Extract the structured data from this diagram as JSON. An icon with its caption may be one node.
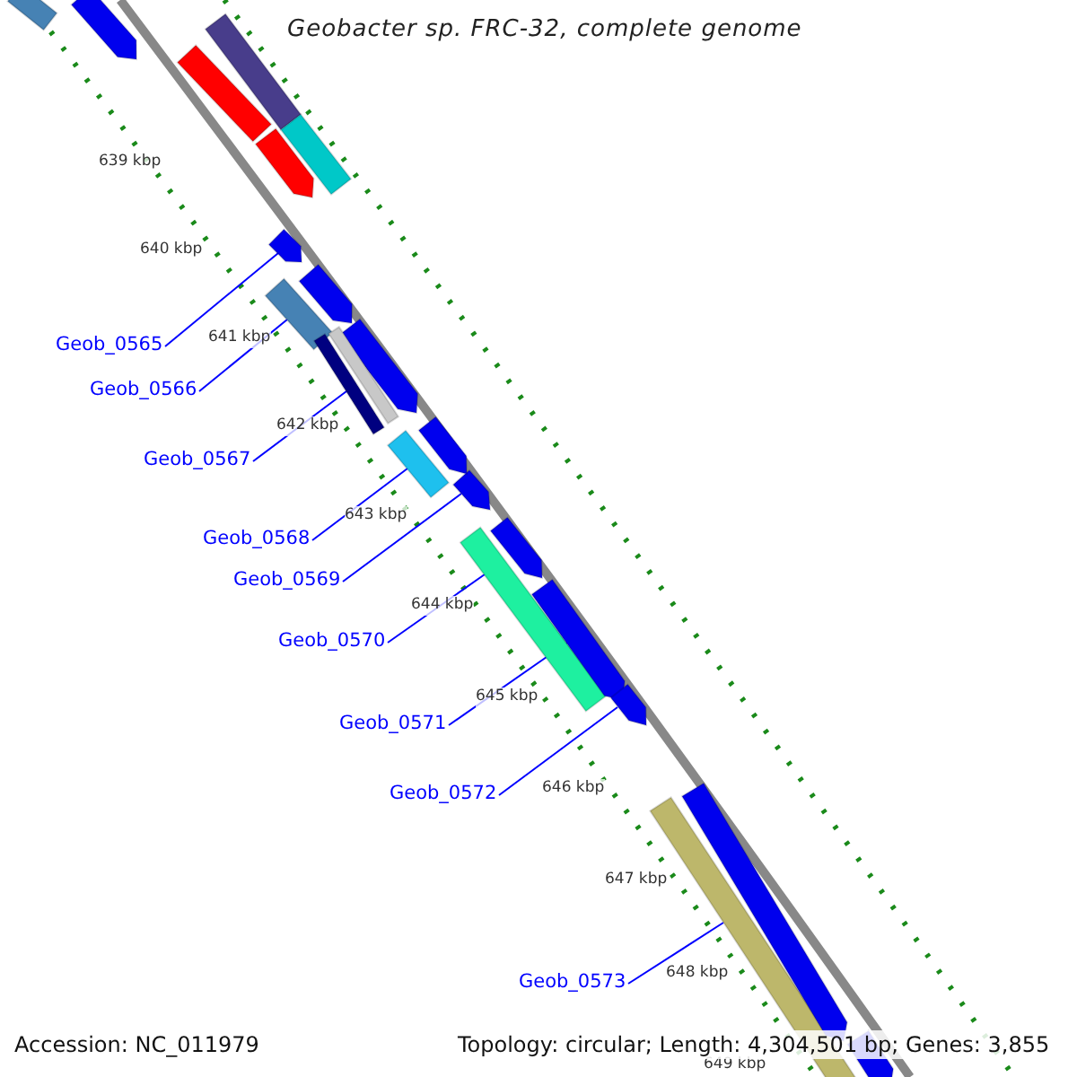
{
  "diagram": {
    "title": "Geobacter sp. FRC-32, complete genome",
    "nodes": [
      {
        "text": [
          "Geob_0565"
        ]
      },
      {
        "text": [
          "Geob_0566"
        ]
      },
      {
        "text": [
          "Geob_0567"
        ]
      },
      {
        "text": [
          "Geob_0568"
        ]
      },
      {
        "text": [
          "Geob_0569"
        ]
      },
      {
        "text": [
          "Geob_0570"
        ]
      },
      {
        "text": [
          "Geob_0571"
        ]
      },
      {
        "text": [
          "Geob_0572"
        ]
      },
      {
        "text": [
          "Geob_0573"
        ]
      },
      {
        "text": [],
        "shape": "arrow"
      },
      {
        "text": [],
        "shape": "bar"
      },
      {
        "text": [],
        "shape": "bar"
      },
      {
        "text": [],
        "shape": "bar"
      },
      {
        "text": [],
        "shape": "arrow"
      },
      {
        "text": [],
        "shape": "bar"
      },
      {
        "text": [],
        "shape": "arrow"
      },
      {
        "text": [],
        "shape": "arrow"
      },
      {
        "text": [],
        "shape": "bar"
      },
      {
        "text": [],
        "shape": "bar"
      },
      {
        "text": [],
        "shape": "arrow"
      },
      {
        "text": [],
        "shape": "bar"
      },
      {
        "text": [],
        "shape": "bar"
      },
      {
        "text": [],
        "shape": "arrow"
      },
      {
        "text": [],
        "shape": "bar"
      },
      {
        "text": [],
        "shape": "arrow"
      },
      {
        "text": [],
        "shape": "arrow"
      },
      {
        "text": [],
        "shape": "bar"
      },
      {
        "text": [],
        "shape": "arrow"
      },
      {
        "text": [],
        "shape": "arrow"
      },
      {
        "text": [],
        "shape": "arrow"
      },
      {
        "text": [],
        "shape": "arrow"
      }
    ],
    "edges": [
      {
        "from": 0,
        "to": 9,
        "arrow": "none"
      },
      {
        "from": 1,
        "to": 10,
        "arrow": "none"
      },
      {
        "from": 2,
        "to": 11,
        "arrow": "none"
      },
      {
        "from": 3,
        "to": 12,
        "arrow": "none"
      },
      {
        "from": 4,
        "to": 13,
        "arrow": "none"
      },
      {
        "from": 5,
        "to": 14,
        "arrow": "none"
      },
      {
        "from": 6,
        "to": 15,
        "arrow": "none"
      },
      {
        "from": 7,
        "to": 16,
        "arrow": "none"
      },
      {
        "from": 8,
        "to": 17,
        "arrow": "none"
      }
    ],
    "labels": [
      "639 kbp",
      "640 kbp",
      "641 kbp",
      "642 kbp",
      "643 kbp",
      "644 kbp",
      "645 kbp",
      "646 kbp",
      "647 kbp",
      "648 kbp",
      "649 kbp",
      "Accession: NC_011979",
      "Topology: circular; Length: 4,304,501 bp; Genes: 3,855"
    ]
  }
}
